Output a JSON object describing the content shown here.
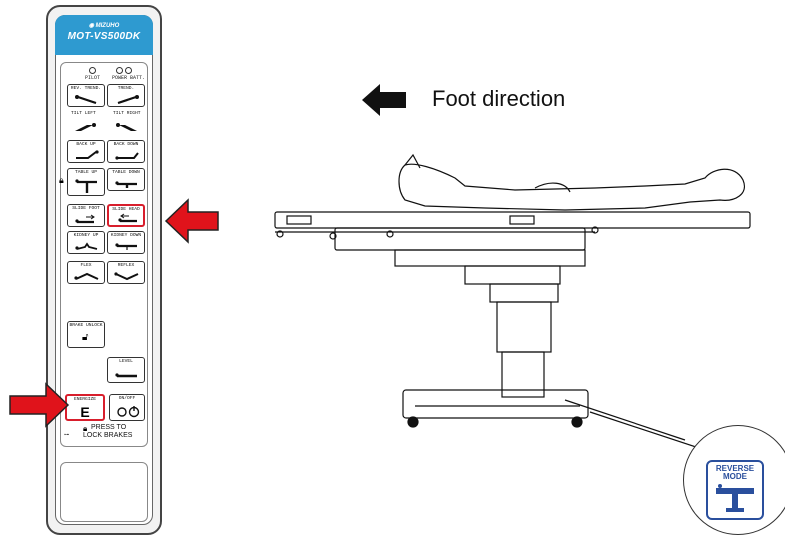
{
  "pendant": {
    "brand": "MIZUHO",
    "model": "MOT-VS500DK",
    "indicators": {
      "pilot": "PILOT",
      "power_batt": "POWER BATT."
    },
    "buttons": {
      "rev_trend": "REV. TREND.",
      "trend": "TREND.",
      "tilt_left": "TILT LEFT",
      "tilt_right": "TILT RIGHT",
      "back_up": "BACK UP",
      "back_down": "BACK DOWN",
      "table_up": "TABLE UP",
      "table_down": "TABLE DOWN",
      "slide_foot": "SLIDE FOOT",
      "slide_head": "SLIDE HEAD",
      "kidney_up": "KIDNEY UP",
      "kidney_down": "KIDNEY DOWN",
      "flex": "FLEX",
      "reflex": "REFLEX",
      "brake_unlock": "BRAKE UNLOCK",
      "level": "LEVEL",
      "energize": "ENERGIZE",
      "energize_letter": "E",
      "on_off": "ON/OFF"
    },
    "lock_text_line1": "PRESS TO",
    "lock_text_line2": "LOCK BRAKES"
  },
  "foot_direction": "Foot direction",
  "badge": {
    "line1": "REVERSE",
    "line2": "MODE"
  },
  "colors": {
    "highlight": "#d81e2c",
    "header_blue": "#2e9ad0",
    "badge_blue": "#2a4f9d",
    "arrow_red": "#e0131b"
  }
}
